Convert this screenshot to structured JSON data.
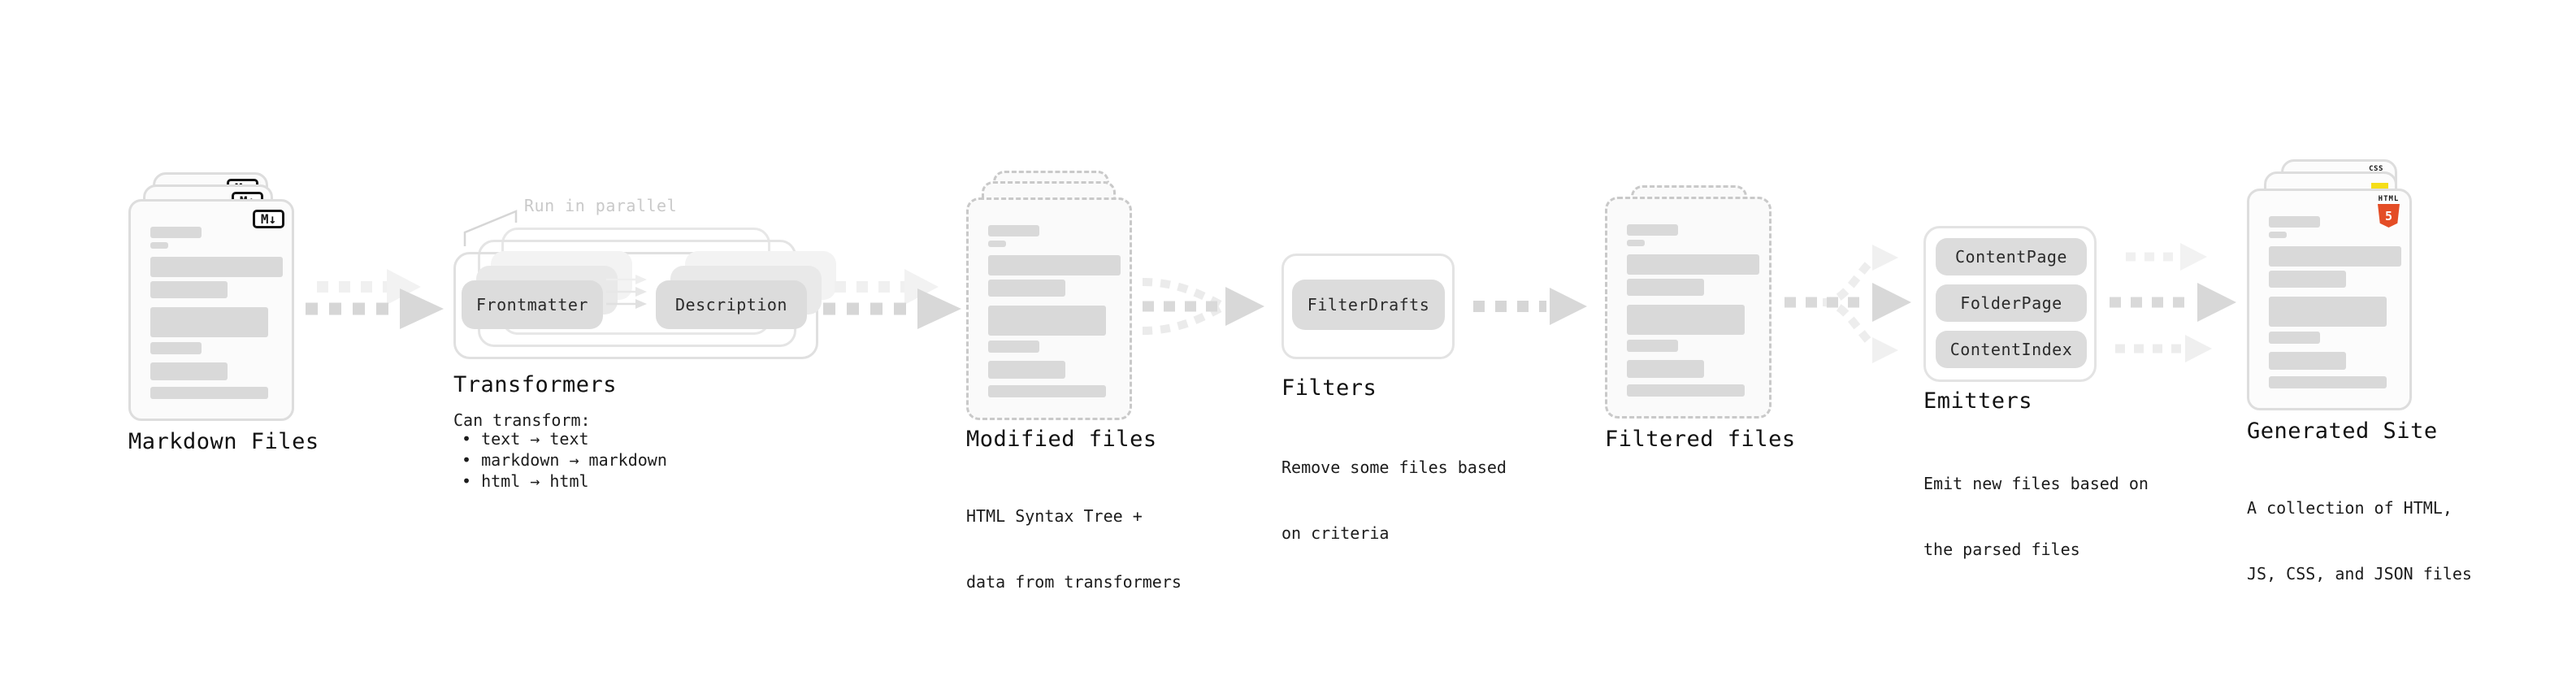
{
  "stages": {
    "markdown": {
      "label": "Markdown Files"
    },
    "transformers": {
      "label": "Transformers",
      "annotation": "Run in parallel",
      "pill_a": "Frontmatter",
      "pill_b": "Description",
      "sub_heading": "Can transform:",
      "bullets": [
        "• text → text",
        "• markdown → markdown",
        "• html → html"
      ]
    },
    "modified": {
      "label": "Modified files",
      "sub": [
        "HTML Syntax Tree +",
        "data from transformers"
      ]
    },
    "filters": {
      "label": "Filters",
      "pill": "FilterDrafts",
      "sub": [
        "Remove some files based",
        "on criteria"
      ]
    },
    "filtered": {
      "label": "Filtered files"
    },
    "emitters": {
      "label": "Emitters",
      "pills": [
        "ContentPage",
        "FolderPage",
        "ContentIndex"
      ],
      "sub": [
        "Emit new files based on",
        "the parsed files"
      ]
    },
    "site": {
      "label": "Generated Site",
      "sub": [
        "A collection of HTML,",
        "JS, CSS, and JSON files"
      ]
    }
  },
  "badges": {
    "markdown_icon": "M↓",
    "html5_label": "HTML",
    "html5_number": "5",
    "css_label": "CSS"
  },
  "colors": {
    "html5_orange": "#e44d26",
    "js_yellow": "#f5de19",
    "css_blue": "#2962f2"
  }
}
